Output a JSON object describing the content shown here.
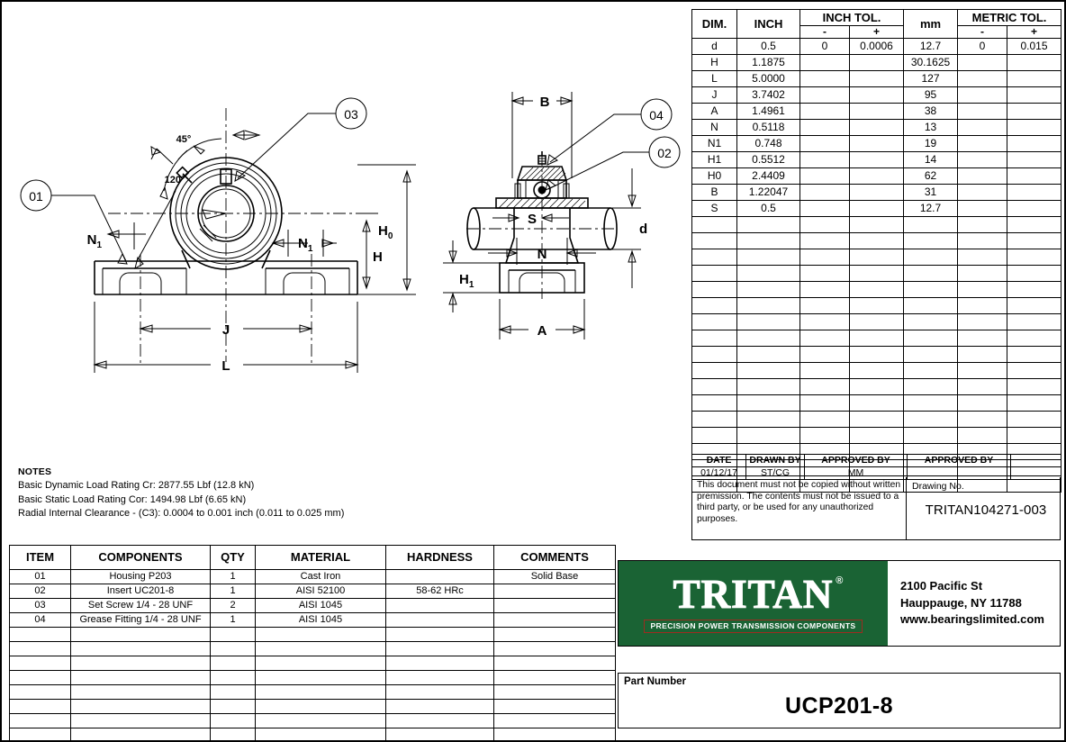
{
  "sheet": {
    "title": "UCP201-8 Pillow Block Bearing Drawing"
  },
  "dim_table": {
    "headers": {
      "dim": "DIM.",
      "inch": "INCH",
      "inch_tol": "INCH TOL.",
      "mm": "mm",
      "metric_tol": "METRIC TOL.",
      "minus": "-",
      "plus": "+"
    },
    "rows": [
      {
        "dim": "d",
        "inch": "0.5",
        "inch_minus": "0",
        "inch_plus": "0.0006",
        "mm": "12.7",
        "mm_minus": "0",
        "mm_plus": "0.015"
      },
      {
        "dim": "H",
        "inch": "1.1875",
        "inch_minus": "",
        "inch_plus": "",
        "mm": "30.1625",
        "mm_minus": "",
        "mm_plus": ""
      },
      {
        "dim": "L",
        "inch": "5.0000",
        "inch_minus": "",
        "inch_plus": "",
        "mm": "127",
        "mm_minus": "",
        "mm_plus": ""
      },
      {
        "dim": "J",
        "inch": "3.7402",
        "inch_minus": "",
        "inch_plus": "",
        "mm": "95",
        "mm_minus": "",
        "mm_plus": ""
      },
      {
        "dim": "A",
        "inch": "1.4961",
        "inch_minus": "",
        "inch_plus": "",
        "mm": "38",
        "mm_minus": "",
        "mm_plus": ""
      },
      {
        "dim": "N",
        "inch": "0.5118",
        "inch_minus": "",
        "inch_plus": "",
        "mm": "13",
        "mm_minus": "",
        "mm_plus": ""
      },
      {
        "dim": "N1",
        "inch": "0.748",
        "inch_minus": "",
        "inch_plus": "",
        "mm": "19",
        "mm_minus": "",
        "mm_plus": ""
      },
      {
        "dim": "H1",
        "inch": "0.5512",
        "inch_minus": "",
        "inch_plus": "",
        "mm": "14",
        "mm_minus": "",
        "mm_plus": ""
      },
      {
        "dim": "H0",
        "inch": "2.4409",
        "inch_minus": "",
        "inch_plus": "",
        "mm": "62",
        "mm_minus": "",
        "mm_plus": ""
      },
      {
        "dim": "B",
        "inch": "1.22047",
        "inch_minus": "",
        "inch_plus": "",
        "mm": "31",
        "mm_minus": "",
        "mm_plus": ""
      },
      {
        "dim": "S",
        "inch": "0.5",
        "inch_minus": "",
        "inch_plus": "",
        "mm": "12.7",
        "mm_minus": "",
        "mm_plus": ""
      }
    ],
    "empty_rows": 17
  },
  "title_block": {
    "date_label": "DATE",
    "drawn_by_label": "DRAWN BY",
    "approved_by_label_1": "APPROVED BY",
    "approved_by_label_2": "APPROVED BY",
    "date_value": "01/12/17",
    "drawn_by_value": "ST/CG",
    "approved_by_value_1": "MM",
    "approved_by_value_2": "",
    "legal_text": "This document must not be copied without written premission. The contents must not be issued to a third party, or be used for any unauthorized purposes.",
    "drawing_no_label": "Drawing No.",
    "drawing_no_value": "TRITAN104271-003"
  },
  "notes": {
    "heading": "NOTES",
    "lines": [
      "Basic Dynamic Load Rating Cr: 2877.55 Lbf (12.8 kN)",
      "Basic Static Load Rating Cor: 1494.98 Lbf (6.65 kN)",
      "Radial Internal Clearance - (C3): 0.0004 to 0.001 inch (0.011 to 0.025 mm)"
    ]
  },
  "bom": {
    "headers": [
      "ITEM",
      "COMPONENTS",
      "QTY",
      "MATERIAL",
      "HARDNESS",
      "COMMENTS"
    ],
    "rows": [
      {
        "item": "01",
        "component": "Housing P203",
        "qty": "1",
        "material": "Cast Iron",
        "hardness": "",
        "comments": "Solid Base"
      },
      {
        "item": "02",
        "component": "Insert UC201-8",
        "qty": "1",
        "material": "AISI 52100",
        "hardness": "58-62 HRc",
        "comments": ""
      },
      {
        "item": "03",
        "component": "Set Screw  1/4 - 28 UNF",
        "qty": "2",
        "material": "AISI 1045",
        "hardness": "",
        "comments": ""
      },
      {
        "item": "04",
        "component": "Grease Fitting 1/4 - 28 UNF",
        "qty": "1",
        "material": "AISI 1045",
        "hardness": "",
        "comments": ""
      }
    ],
    "empty_rows": 8
  },
  "logo": {
    "wordmark": "TRITAN",
    "registered": "®",
    "tagline": "PRECISION POWER TRANSMISSION COMPONENTS",
    "green": "#1a6334",
    "tagline_border": "#9c2b20"
  },
  "address": {
    "street": "2100 Pacific St",
    "city_state_zip": "Hauppauge, NY 11788",
    "website": "www.bearingslimited.com"
  },
  "part": {
    "label": "Part Number",
    "number": "UCP201-8"
  },
  "drawing": {
    "balloons": {
      "b01": "01",
      "b02": "02",
      "b03": "03",
      "b04": "04"
    },
    "angles": {
      "a45": "45°",
      "a120": "120°"
    },
    "front_view_dims": {
      "n1_left": "N",
      "n1_left_sub": "1",
      "n1_right": "N",
      "n1_right_sub": "1",
      "h": "H",
      "h0": "H",
      "h0_sub": "0",
      "j": "J",
      "l": "L"
    },
    "side_view_dims": {
      "b": "B",
      "s": "S",
      "n": "N",
      "d": "d",
      "a": "A",
      "h1": "H",
      "h1_sub": "1"
    }
  }
}
